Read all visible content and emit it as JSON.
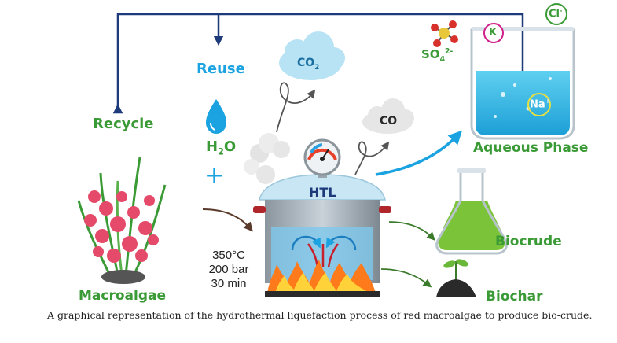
{
  "labels": {
    "recycle": "Recycle",
    "reuse": "Reuse",
    "co2": {
      "base": "CO",
      "sub": "2"
    },
    "co": "CO",
    "water": {
      "pre": "H",
      "sub": "2",
      "post": "O"
    },
    "plus": "+",
    "htl": "HTL",
    "conditions": [
      "350°C",
      "200 bar",
      "30 min"
    ],
    "macroalgae": "Macroalgae",
    "biocrude": "Biocrude",
    "biochar": "Biochar",
    "aqueous_phase": "Aqueous Phase",
    "sulfate": {
      "base": "SO",
      "sub": "4",
      "sup": "2-"
    },
    "potassium": "K",
    "chloride": {
      "base": "Cl",
      "sup": "-"
    },
    "sodium": {
      "base": "Na",
      "sup": "+"
    }
  },
  "caption": "A graphical representation of the hydrothermal liquefaction process of red macroalgae to produce bio-crude.",
  "colors": {
    "recycle_line": "#1d3a7a",
    "green_text": "#3a9a35",
    "blue_text": "#1aa3e0",
    "aqueous_liquid": "#3cc0e6",
    "biocrude_liquid": "#7bc43a",
    "algae": "#e54a6a",
    "flame": "#ff7a1a"
  },
  "icons": [
    "water-drop-icon",
    "co2-cloud-icon",
    "co-cloud-icon",
    "pressure-gauge-icon",
    "beaker-icon",
    "flask-icon",
    "biochar-icon",
    "algae-icon",
    "fire-icon",
    "steam-icon",
    "molecule-icon"
  ]
}
